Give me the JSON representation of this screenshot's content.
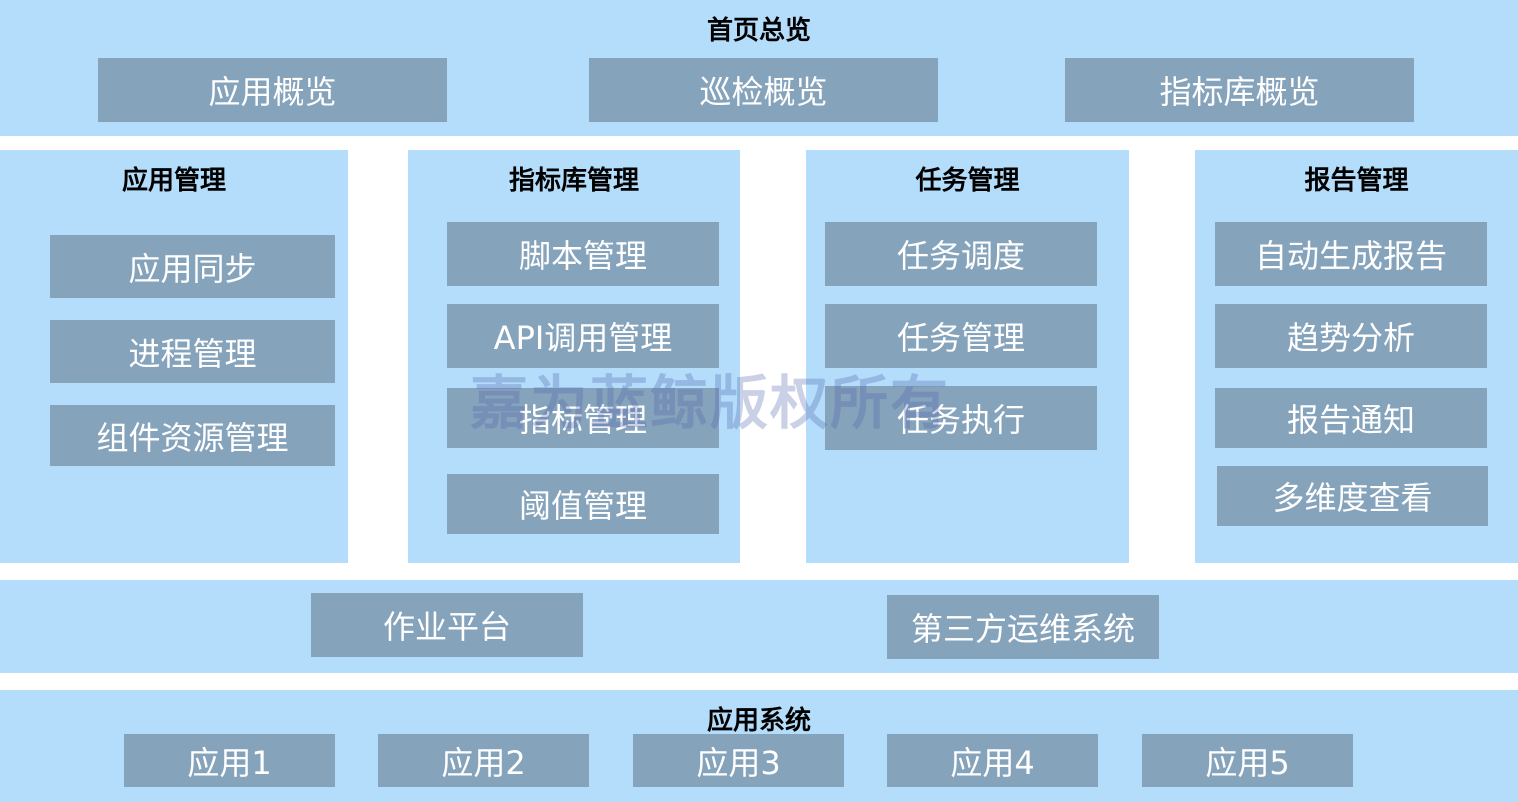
{
  "colors": {
    "panel_bg": "#b3ddfb",
    "box_bg": "#86a3bc",
    "box_text": "#ffffff",
    "title_text": "#000000"
  },
  "home": {
    "title": "首页总览",
    "items": [
      "应用概览",
      "巡检概览",
      "指标库概览"
    ]
  },
  "app_mgmt": {
    "title": "应用管理",
    "items": [
      "应用同步",
      "进程管理",
      "组件资源管理"
    ]
  },
  "metric_mgmt": {
    "title": "指标库管理",
    "items": [
      "脚本管理",
      "API调用管理",
      "指标管理",
      "阈值管理"
    ]
  },
  "task_mgmt": {
    "title": "任务管理",
    "items": [
      "任务调度",
      "任务管理",
      "任务执行"
    ]
  },
  "report_mgmt": {
    "title": "报告管理",
    "items": [
      "自动生成报告",
      "趋势分析",
      "报告通知",
      "多维度查看"
    ]
  },
  "platform": {
    "items": [
      "作业平台",
      "第三方运维系统"
    ]
  },
  "app_system": {
    "title": "应用系统",
    "items": [
      "应用1",
      "应用2",
      "应用3",
      "应用4",
      "应用5"
    ]
  },
  "watermark": "嘉为蓝鲸版权所有"
}
